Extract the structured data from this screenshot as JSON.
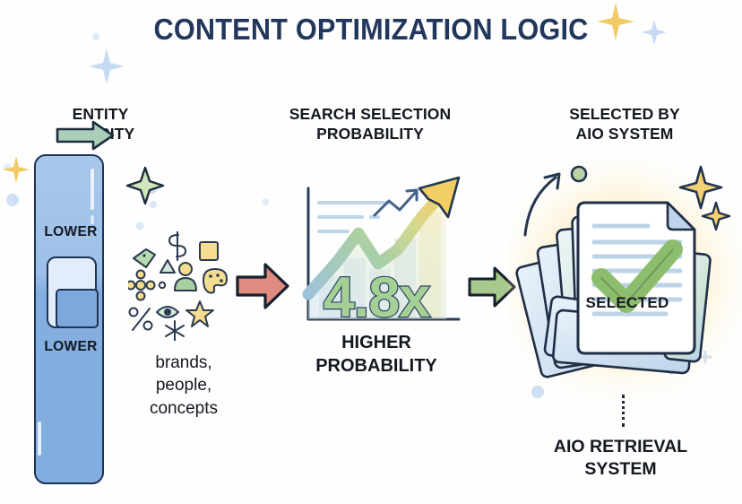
{
  "title": "CONTENT OPTIMIZATION LOGIC",
  "colors": {
    "title_navy": "#22375c",
    "ink": "#14181f",
    "outline_navy": "#1f3355",
    "slider_blue": "#84aee0",
    "knob_light": "#e1edfa",
    "knob_fill": "#7ca8dd",
    "arrow_red": "#e08b80",
    "arrow_green": "#a8c98d",
    "big_number_green": "#a6cf95",
    "check_green": "#8cbd6d",
    "glow_yellow": "#fdd66c",
    "sparkle_yellow": "#f5cf6f",
    "sparkle_blue": "#c3d8f0",
    "sparkle_green": "#cfe5bd",
    "doc_blue": "#c3d9ef",
    "text_line_blue": "#bdd3e8"
  },
  "panels": {
    "entity": {
      "heading_line1": "ENTITY",
      "heading_line2": "DENSITY",
      "slider": {
        "upper_label": "LOWER",
        "lower_label": "LOWER",
        "knob_position_pct": 30
      },
      "icons": [
        "tag-icon",
        "dollar-icon",
        "square-icon",
        "triangle-icon",
        "person-icon",
        "palette-icon",
        "flower-icon",
        "dot-icon",
        "eye-icon",
        "star-icon",
        "percent-icon",
        "asterisk-icon"
      ],
      "caption_lines": [
        "brands,",
        "people,",
        "concepts"
      ]
    },
    "search": {
      "heading_line1": "SEARCH SELECTION",
      "heading_line2": "PROBABILITY",
      "multiplier": "4.8x",
      "caption_line1": "HIGHER",
      "caption_line2": "PROBABILITY",
      "chart": {
        "type": "line",
        "trend": "rising"
      }
    },
    "selected": {
      "heading_line1": "SELECTED BY",
      "heading_line2": "AIO SYSTEM",
      "doc_label": "SELECTED",
      "caption_line1": "AIO RETRIEVAL",
      "caption_line2": "SYSTEM"
    }
  },
  "chart_data": {
    "type": "line",
    "title": "SEARCH SELECTION PROBABILITY",
    "xlabel": "",
    "ylabel": "",
    "x": [
      0,
      1,
      2,
      3,
      4,
      5,
      6
    ],
    "series": [
      {
        "name": "Selection probability",
        "values": [
          12,
          46,
          72,
          52,
          62,
          90,
          118
        ]
      }
    ],
    "annotations": [
      "4.8x"
    ],
    "ylim": [
      0,
      130
    ],
    "grid": false,
    "legend": null
  },
  "arrows": {
    "entity_to_search": "arrow-right-red",
    "search_to_selected": "arrow-right-green",
    "knob_callout": "arrow-right-green-small",
    "doc_rise": "curved-arrow-up"
  },
  "decor": {
    "sparkles": 7,
    "dots": 6
  }
}
